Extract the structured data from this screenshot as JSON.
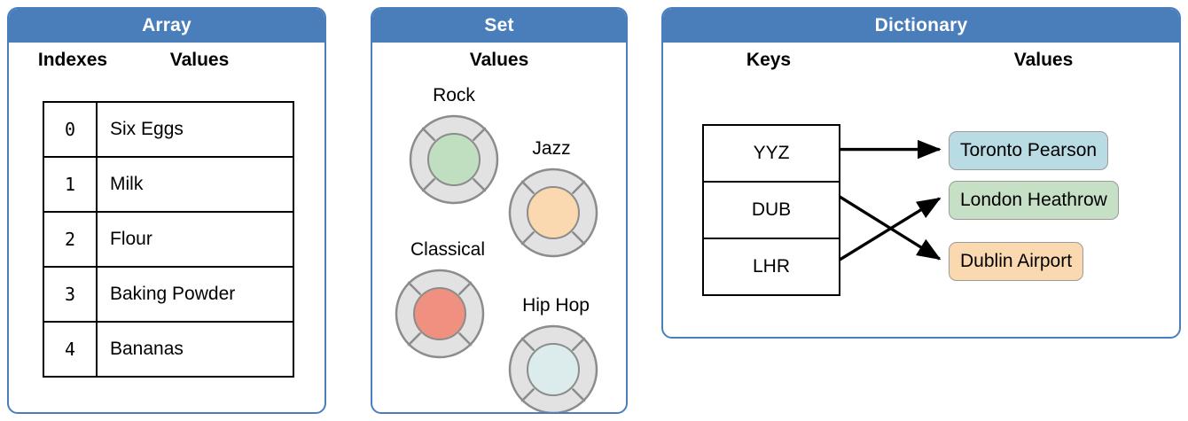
{
  "colors": {
    "panel_border": "#4a7ebb",
    "panel_header_bg": "#4a7ebb",
    "panel_header_text": "#ffffff",
    "table_border": "#000000",
    "disc_ring": "#e2e2e2",
    "disc_ring_stroke": "#8c8c8c",
    "pill_blue": "#b8dbe4",
    "pill_green": "#c6e0c6",
    "pill_orange": "#fad9b0",
    "disc_green": "#c0dfc0",
    "disc_orange": "#fad9b0",
    "disc_red": "#f09080",
    "disc_cyan": "#dcecec"
  },
  "array_panel": {
    "title": "Array",
    "captions": {
      "indexes": "Indexes",
      "values": "Values"
    },
    "rows": [
      {
        "index": "0",
        "value": "Six Eggs"
      },
      {
        "index": "1",
        "value": "Milk"
      },
      {
        "index": "2",
        "value": "Flour"
      },
      {
        "index": "3",
        "value": "Baking Powder"
      },
      {
        "index": "4",
        "value": "Bananas"
      }
    ]
  },
  "set_panel": {
    "title": "Set",
    "caption_values": "Values",
    "items": [
      {
        "label": "Rock",
        "color": "#c0dfc0"
      },
      {
        "label": "Jazz",
        "color": "#fad9b0"
      },
      {
        "label": "Classical",
        "color": "#f09080"
      },
      {
        "label": "Hip Hop",
        "color": "#dcecec"
      }
    ]
  },
  "dictionary_panel": {
    "title": "Dictionary",
    "captions": {
      "keys": "Keys",
      "values": "Values"
    },
    "keys": [
      "YYZ",
      "DUB",
      "LHR"
    ],
    "values": [
      {
        "label": "Toronto Pearson",
        "color": "#b8dbe4"
      },
      {
        "label": "London Heathrow",
        "color": "#c6e0c6"
      },
      {
        "label": "Dublin Airport",
        "color": "#fad9b0"
      }
    ],
    "mappings": [
      {
        "from": "YYZ",
        "to": "Toronto Pearson"
      },
      {
        "from": "DUB",
        "to": "Dublin Airport"
      },
      {
        "from": "LHR",
        "to": "London Heathrow"
      }
    ]
  }
}
